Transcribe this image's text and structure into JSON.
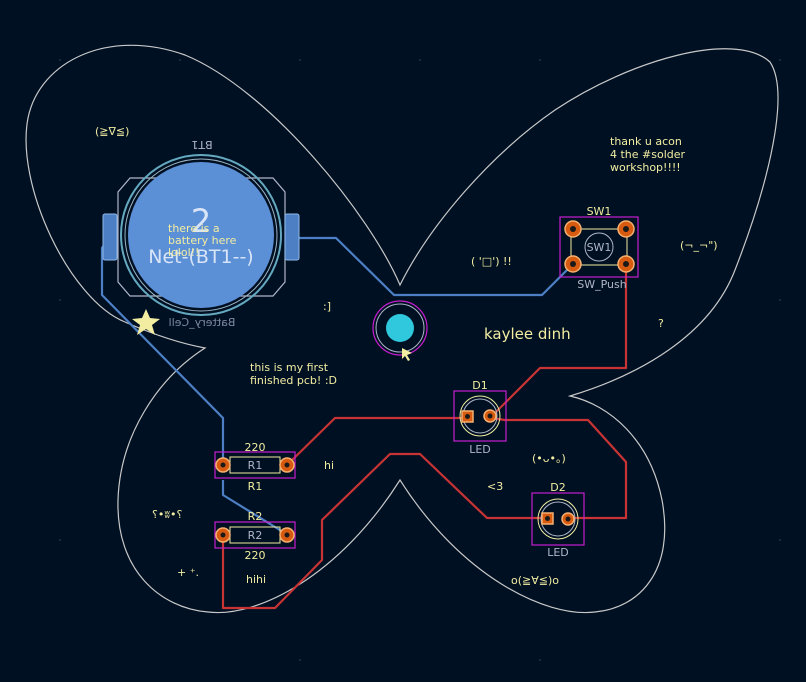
{
  "colors": {
    "background": "#001023",
    "outline": "#c8c8c8",
    "silkscreen": "#f2eda1",
    "back_silk": "#e8b2a7",
    "fab": "#b0b6c8",
    "courtyard": "#c61fcf",
    "trace_front": "#c83434",
    "trace_back": "#4d7fc4",
    "pad_copper": "#d65a10",
    "mounting_pad": "#30c8dc"
  },
  "battery": {
    "ref": "BT1",
    "pad_number": "2",
    "net_label": "Net-(BT1--)",
    "note_lines": [
      "there is a",
      "battery here",
      "lolol!!"
    ],
    "value": "Battery_Cell"
  },
  "switch": {
    "ref": "SW1",
    "inner_label": "SW1",
    "value": "SW_Push"
  },
  "resistors": [
    {
      "ref_top": "220",
      "body_label": "R1",
      "ref_bottom": "R1"
    },
    {
      "ref_top": "R2",
      "body_label": "R2",
      "ref_bottom": "220"
    }
  ],
  "leds": [
    {
      "ref": "D1",
      "value": "LED"
    },
    {
      "ref": "D2",
      "value": "LED"
    }
  ],
  "silk_texts": {
    "face_left": "(≧∇≦)",
    "thanks_lines": [
      "thank u acon",
      "4 the #solder",
      "workshop!!!!"
    ],
    "face_shock": "( '□') !!",
    "face_smirk": "(¬_¬\")",
    "colon_bracket": ":]",
    "author": "kaylee dinh",
    "question": "?",
    "first_pcb_lines": [
      "this is my first",
      "finished pcb! :D"
    ],
    "hi": "hi",
    "cute_face": "(•ᴗ•。)",
    "heart": "<3",
    "sparkle_left": "⸮•ʬ•⸮",
    "sparkle_small": "+ ⁺.",
    "hihi": "hihi",
    "face_bottom": "o(≧∀≦)o"
  }
}
